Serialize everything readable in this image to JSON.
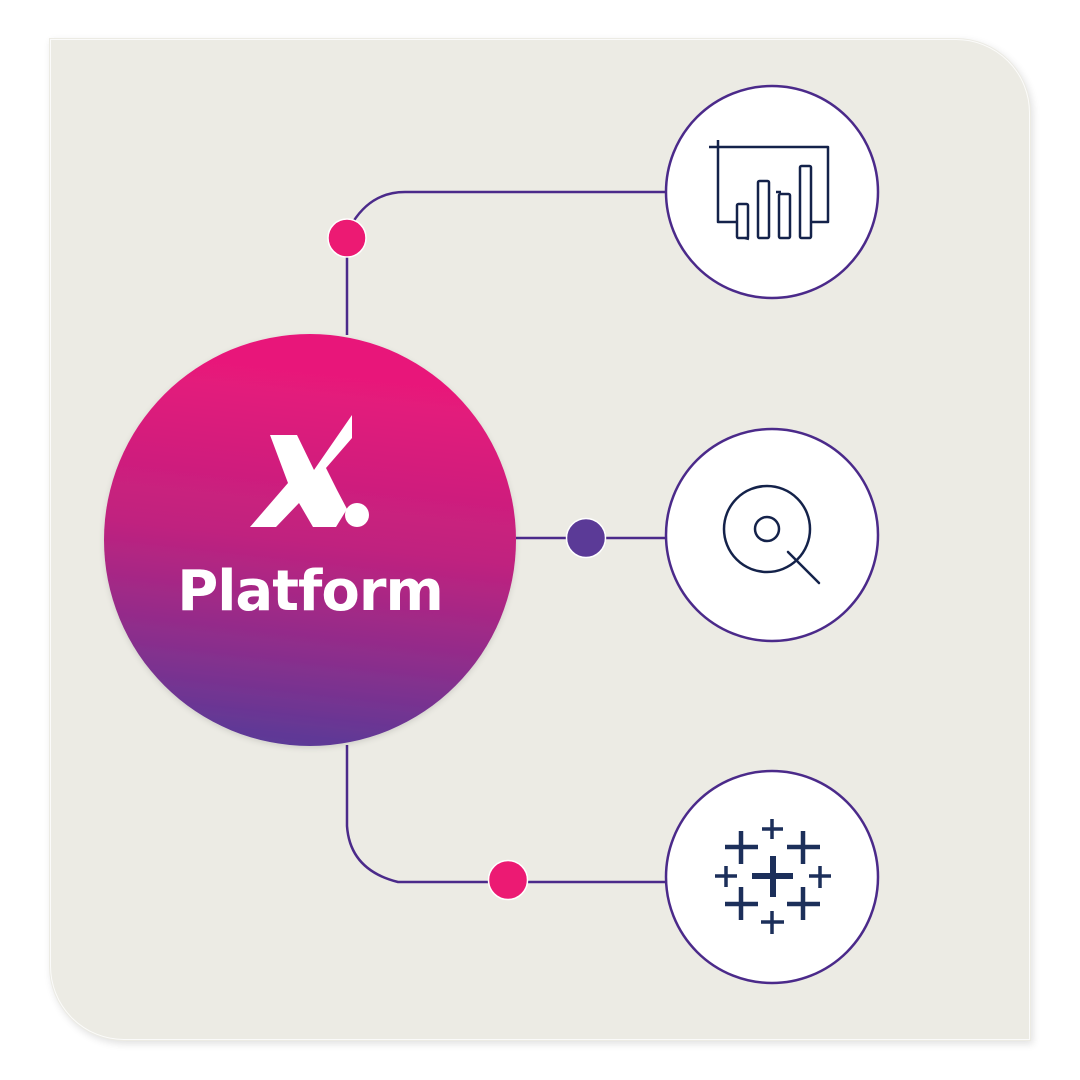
{
  "main": {
    "logo_mark": "X.",
    "label": "Platform",
    "gradient_top": "#E8197A",
    "gradient_bottom": "#5B3A97"
  },
  "nodes": [
    {
      "id": "analytics",
      "icon": "bar-chart-icon",
      "connector_dot_color": "#EC1A73"
    },
    {
      "id": "search",
      "icon": "magnifier-target-icon",
      "connector_dot_color": "#5B3A97"
    },
    {
      "id": "tableau",
      "icon": "tableau-plus-cluster-icon",
      "connector_dot_color": "#EC1A73"
    }
  ],
  "colors": {
    "background": "#ECEBE4",
    "line": "#4B2A8A",
    "icon_stroke": "#14224A",
    "node_fill": "#FFFFFF",
    "pink": "#EC1A73",
    "purple": "#5B3A97"
  }
}
